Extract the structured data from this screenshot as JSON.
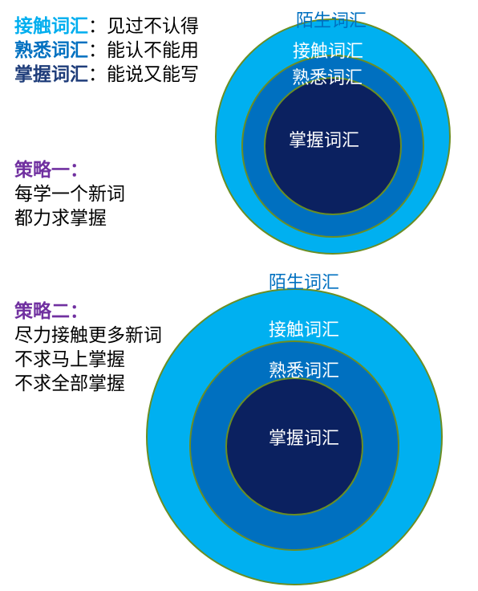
{
  "definitions": [
    {
      "term": "接触词汇",
      "sep": "：",
      "desc": "见过不认得",
      "color": "#00AEEF"
    },
    {
      "term": "熟悉词汇",
      "sep": "：",
      "desc": "能认不能用",
      "color": "#0070C0"
    },
    {
      "term": "掌握词汇",
      "sep": "：",
      "desc": "能说又能写",
      "color": "#1F3D7A"
    }
  ],
  "strategy1": {
    "title": "策略一：",
    "lines": [
      "每学一个新词",
      "都力求掌握"
    ]
  },
  "strategy2": {
    "title": "策略二：",
    "lines": [
      "尽力接触更多新词",
      "不求马上掌握",
      "不求全部掌握"
    ]
  },
  "diagram1": {
    "outer_label": "陌生词汇",
    "ring1_label": "接触词汇",
    "ring2_label": "熟悉词汇",
    "core_label": "掌握词汇"
  },
  "diagram2": {
    "outer_label": "陌生词汇",
    "ring1_label": "接触词汇",
    "ring2_label": "熟悉词汇",
    "core_label": "掌握词汇"
  },
  "colors": {
    "unknown_text": "#0070C0",
    "contact_ring": "#00B0F0",
    "familiar_ring": "#0070C0",
    "mastered_core": "#0B2160",
    "ring_outline": "#6B8E23",
    "strategy_title": "#7030A0"
  }
}
